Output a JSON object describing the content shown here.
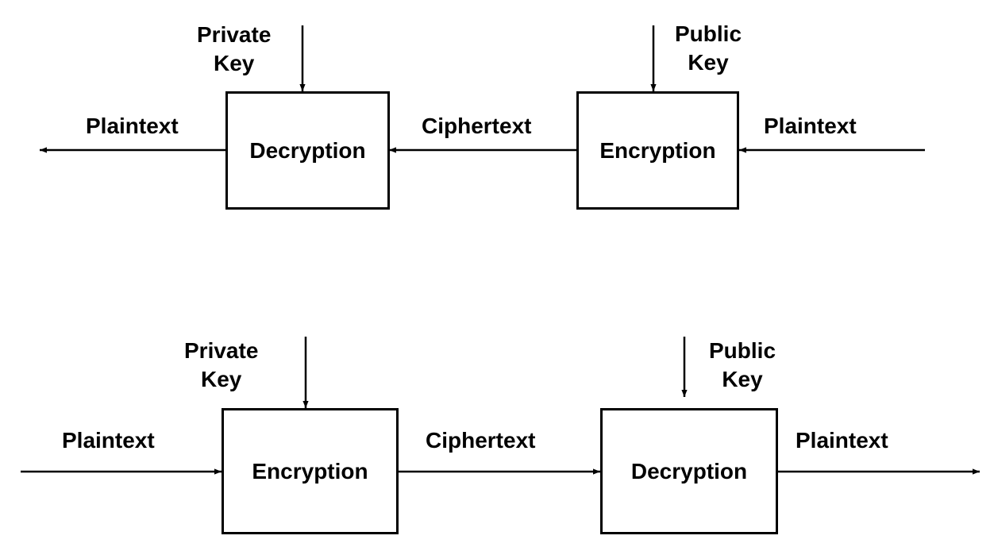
{
  "top_flow": {
    "decryption_box": "Decryption",
    "encryption_box": "Encryption",
    "plaintext_out": "Plaintext",
    "ciphertext": "Ciphertext",
    "plaintext_in": "Plaintext",
    "private_key": [
      "Private",
      "Key"
    ],
    "public_key": [
      "Public",
      "Key"
    ]
  },
  "bottom_flow": {
    "encryption_box": "Encryption",
    "decryption_box": "Decryption",
    "plaintext_in": "Plaintext",
    "ciphertext": "Ciphertext",
    "plaintext_out": "Plaintext",
    "private_key": [
      "Private",
      "Key"
    ],
    "public_key": [
      "Public",
      "Key"
    ]
  }
}
